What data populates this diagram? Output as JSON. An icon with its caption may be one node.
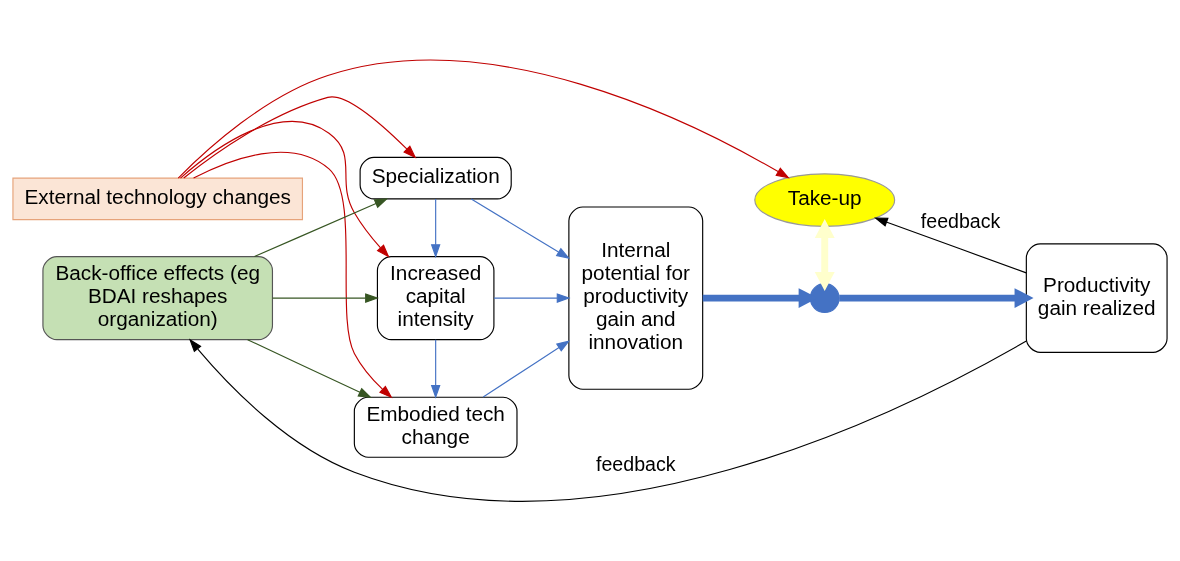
{
  "diagram": {
    "nodes": [
      {
        "text": [
          "External technology changes"
        ]
      },
      {
        "text": [
          "Take-up"
        ]
      },
      {
        "text": [
          "Specialization"
        ]
      },
      {
        "text": [
          "Increased capital intensity"
        ]
      },
      {
        "text": [
          "Internal potential for productivity gain and innovation"
        ]
      },
      {
        "text": [],
        "shape": "circle"
      },
      {
        "text": [
          "Productivity gain realized"
        ]
      },
      {
        "text": [
          "Embodied tech change"
        ]
      },
      {
        "text": [
          "Back-office effects (eg BDAI reshapes organization)"
        ]
      }
    ],
    "edges": [
      {
        "from": 0,
        "to": 1,
        "arrow": "to",
        "color": "#c00000"
      },
      {
        "from": 0,
        "to": 2,
        "arrow": "to",
        "color": "#c00000"
      },
      {
        "from": 0,
        "to": 3,
        "arrow": "to",
        "color": "#c00000"
      },
      {
        "from": 0,
        "to": 7,
        "arrow": "to",
        "color": "#c00000"
      },
      {
        "from": 2,
        "to": 4,
        "arrow": "to",
        "color": "#4472c4"
      },
      {
        "from": 2,
        "to": 3,
        "arrow": "to",
        "color": "#4472c4"
      },
      {
        "from": 3,
        "to": 4,
        "arrow": "to",
        "color": "#4472c4"
      },
      {
        "from": 3,
        "to": 7,
        "arrow": "to",
        "color": "#4472c4"
      },
      {
        "from": 7,
        "to": 4,
        "arrow": "to",
        "color": "#4472c4"
      },
      {
        "from": 4,
        "to": 5,
        "arrow": "to",
        "style": "thick",
        "color": "#4472c4"
      },
      {
        "from": 5,
        "to": 6,
        "arrow": "to",
        "style": "thick",
        "color": "#4472c4"
      },
      {
        "from": 1,
        "to": 5,
        "arrow": "both",
        "style": "thick",
        "color": "#ffffcc"
      },
      {
        "from": 6,
        "to": 1,
        "arrow": "to",
        "label": "feedback",
        "color": "#000000"
      },
      {
        "from": 6,
        "to": 8,
        "arrow": "to",
        "label": "feedback",
        "color": "#000000"
      },
      {
        "from": 8,
        "to": 2,
        "arrow": "to",
        "color": "#375623"
      },
      {
        "from": 8,
        "to": 3,
        "arrow": "to",
        "color": "#375623"
      },
      {
        "from": 8,
        "to": 7,
        "arrow": "to",
        "color": "#375623"
      }
    ]
  }
}
